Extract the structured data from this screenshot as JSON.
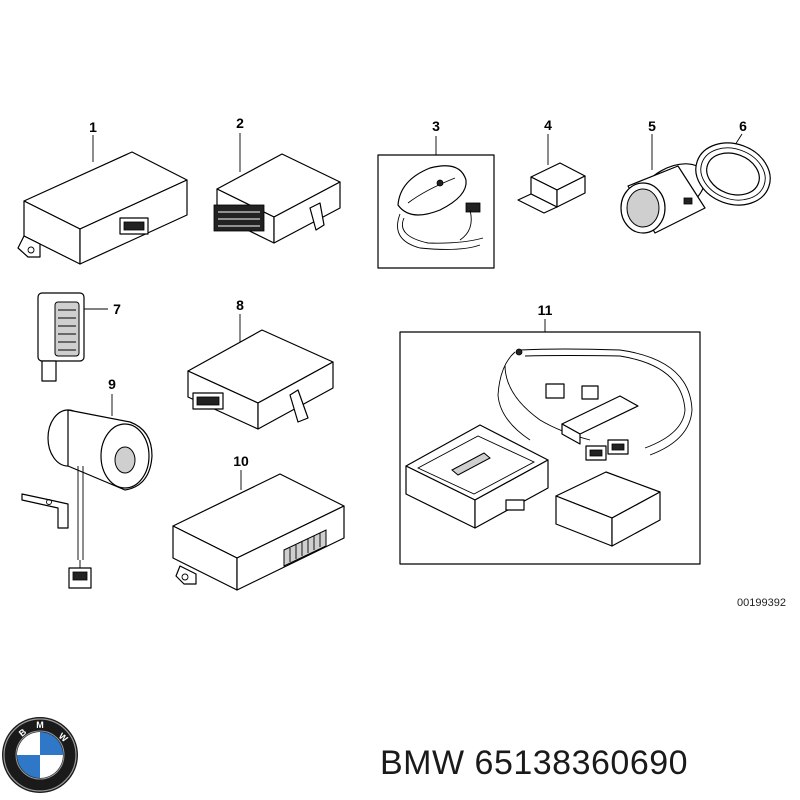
{
  "diagram": {
    "callouts": [
      "1",
      "2",
      "3",
      "4",
      "5",
      "6",
      "7",
      "8",
      "9",
      "10",
      "11"
    ],
    "reference_code": "00199392"
  },
  "brand": {
    "logo_letters": "BMW",
    "colors": {
      "ring": "#1a1a1a",
      "blue": "#2f78c8",
      "white": "#ffffff"
    }
  },
  "footer": {
    "brand": "BMW",
    "part_number": "65138360690"
  }
}
